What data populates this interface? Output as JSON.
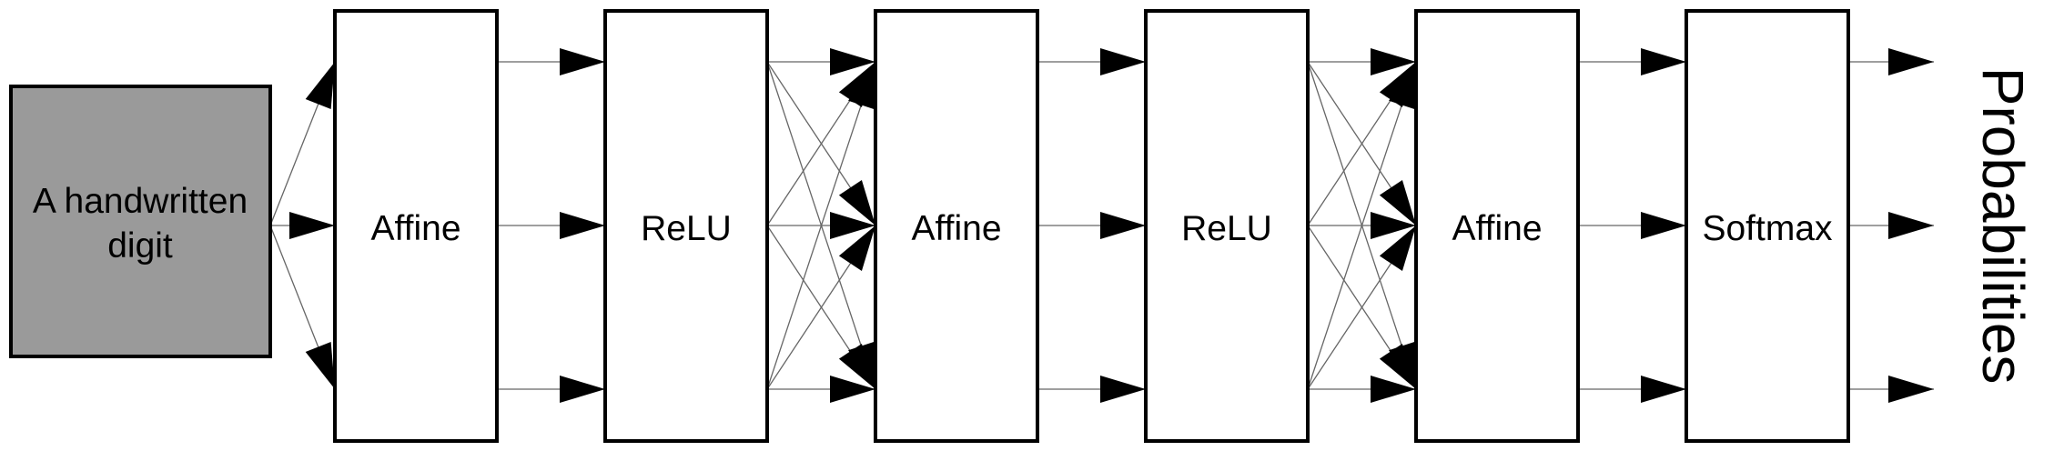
{
  "input": {
    "label_line1": "A handwritten",
    "label_line2": "digit",
    "fill_color": "#9a9a9a"
  },
  "layers": [
    {
      "label": "Affine"
    },
    {
      "label": "ReLU"
    },
    {
      "label": "Affine"
    },
    {
      "label": "ReLU"
    },
    {
      "label": "Affine"
    },
    {
      "label": "Softmax"
    }
  ],
  "output": {
    "label": "Probabilities"
  },
  "colors": {
    "box_stroke": "#000000",
    "box_fill": "#ffffff",
    "connector": "#666666",
    "arrow": "#000000"
  }
}
